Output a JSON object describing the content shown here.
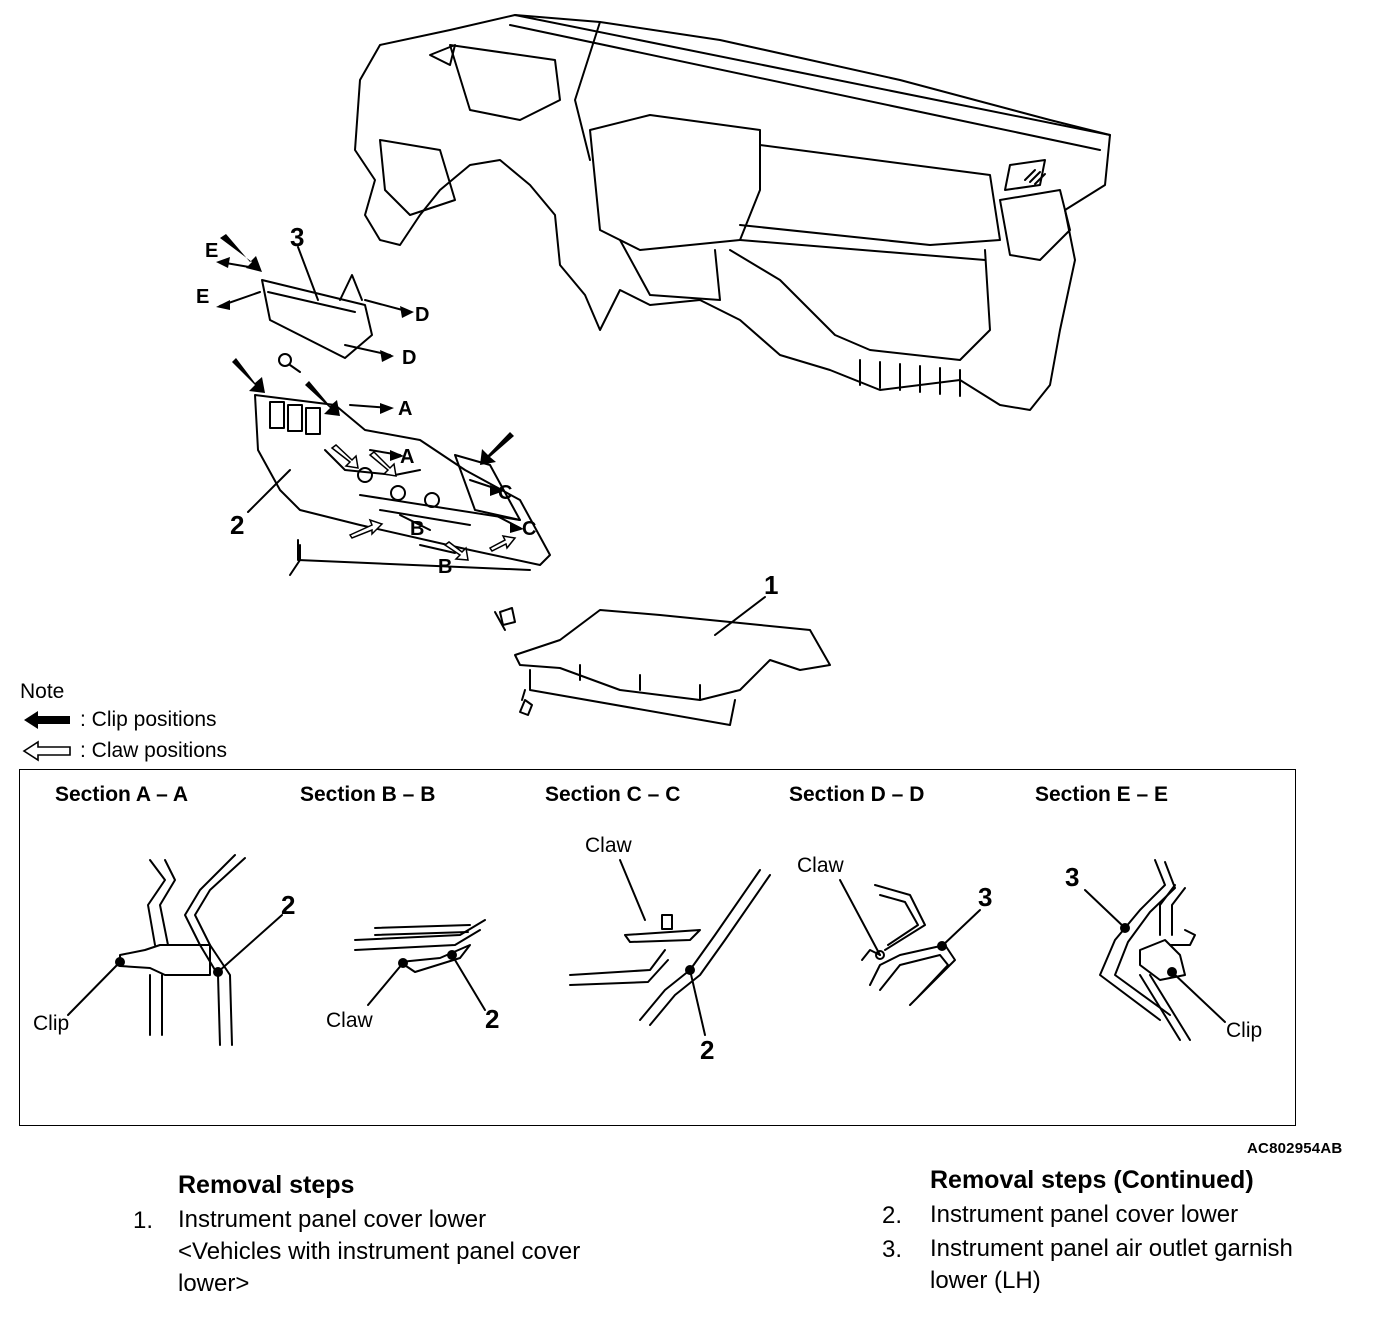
{
  "diagram": {
    "callouts": [
      "1",
      "2",
      "3"
    ],
    "view_arrows": {
      "A": "A",
      "B": "B",
      "C": "C",
      "D": "D",
      "E": "E"
    }
  },
  "legend": {
    "title": "Note",
    "clip": {
      "icon": "solid-arrow-icon",
      "text": ": Clip positions"
    },
    "claw": {
      "icon": "hollow-arrow-icon",
      "text": ": Claw positions"
    }
  },
  "sections": [
    {
      "title": "Section A – A",
      "labels": {
        "clip": "Clip",
        "part": "2"
      }
    },
    {
      "title": "Section B – B",
      "labels": {
        "claw": "Claw",
        "part": "2"
      }
    },
    {
      "title": "Section C – C",
      "labels": {
        "claw": "Claw",
        "part": "2"
      }
    },
    {
      "title": "Section D – D",
      "labels": {
        "claw": "Claw",
        "part": "3"
      }
    },
    {
      "title": "Section E – E",
      "labels": {
        "clip": "Clip",
        "part": "3"
      }
    }
  ],
  "figure_code": "AC802954AB",
  "removal_steps": {
    "heading": "Removal steps",
    "items": [
      {
        "num": "1.",
        "lines": [
          "Instrument panel cover lower",
          "<Vehicles with instrument panel cover",
          "lower>"
        ]
      }
    ]
  },
  "removal_steps_continued": {
    "heading": "Removal steps (Continued)",
    "items": [
      {
        "num": "2.",
        "lines": [
          "Instrument panel cover lower"
        ]
      },
      {
        "num": "3.",
        "lines": [
          "Instrument panel air outlet garnish",
          "lower (LH)"
        ]
      }
    ]
  }
}
